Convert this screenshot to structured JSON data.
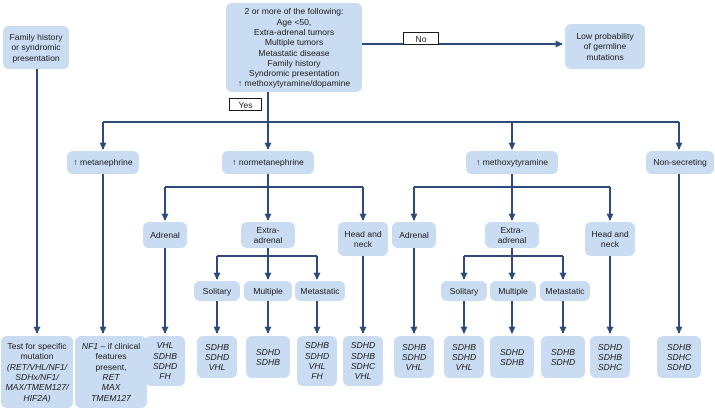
{
  "criteria": {
    "lines": [
      "2 or more of the following:",
      "Age <50,",
      "Extra-adrenal tumors",
      "Multiple tumors",
      "Metastatic disease",
      "Family history",
      "Syndromic presentation",
      "↑ methoxytyramine/dopamine"
    ]
  },
  "family_history": [
    "Family history",
    "or syndromic",
    "presentation"
  ],
  "low_probability": [
    "Low probability",
    "of germline",
    "mutations"
  ],
  "no_label": "No",
  "yes_label": "Yes",
  "specific_test": {
    "lines": [
      "Test for specific",
      "mutation"
    ],
    "italic_lines": [
      "(RET/VHL/NF1/",
      "SDHx/NF1/",
      "MAX/TMEM127/",
      "HIF2A)"
    ]
  },
  "metanephrine": {
    "label": "↑ metanephrine",
    "result": {
      "lead_italic": "NF1",
      "lead_rest": " – if clinical",
      "lines": [
        "features",
        "present,"
      ],
      "italic_lines": [
        "RET",
        "MAX",
        "TMEM127"
      ]
    }
  },
  "normetanephrine": {
    "label": "↑ normetanephrine",
    "adrenal": {
      "label": "Adrenal",
      "genes": [
        "VHL",
        "SDHB",
        "SDHD",
        "FH"
      ]
    },
    "extra_adrenal": {
      "label": [
        "Extra-",
        "adrenal"
      ]
    },
    "solitary": {
      "label": "Solitary",
      "genes": [
        "SDHB",
        "SDHD",
        "VHL"
      ]
    },
    "multiple": {
      "label": "Multiple",
      "genes": [
        "SDHD",
        "SDHB"
      ]
    },
    "metastatic": {
      "label": "Metastatic",
      "genes": [
        "SDHB",
        "SDHD",
        "VHL",
        "FH"
      ]
    },
    "head_neck": {
      "label": [
        "Head and",
        "neck"
      ],
      "genes": [
        "SDHD",
        "SDHB",
        "SDHC",
        "VHL"
      ]
    }
  },
  "methoxytyramine": {
    "label": "↑ methoxytyramine",
    "adrenal": {
      "label": "Adrenal",
      "genes": [
        "SDHB",
        "SDHD",
        "VHL"
      ]
    },
    "extra_adrenal": {
      "label": [
        "Extra-",
        "adrenal"
      ]
    },
    "solitary": {
      "label": "Solitary",
      "genes": [
        "SDHB",
        "SDHD",
        "VHL"
      ]
    },
    "multiple": {
      "label": "Multiple",
      "genes": [
        "SDHD",
        "SDHB"
      ]
    },
    "metastatic": {
      "label": "Metastatic",
      "genes": [
        "SDHB",
        "SDHD"
      ]
    },
    "head_neck": {
      "label": [
        "Head and",
        "neck"
      ],
      "genes": [
        "SDHD",
        "SDHB",
        "SDHC"
      ]
    }
  },
  "non_secreting": {
    "label": "Non-secreting",
    "genes": [
      "SDHB",
      "SDHC",
      "SDHD"
    ]
  },
  "colors": {
    "box_fill": "#c9dcf2",
    "line": "#2d4a7a"
  }
}
